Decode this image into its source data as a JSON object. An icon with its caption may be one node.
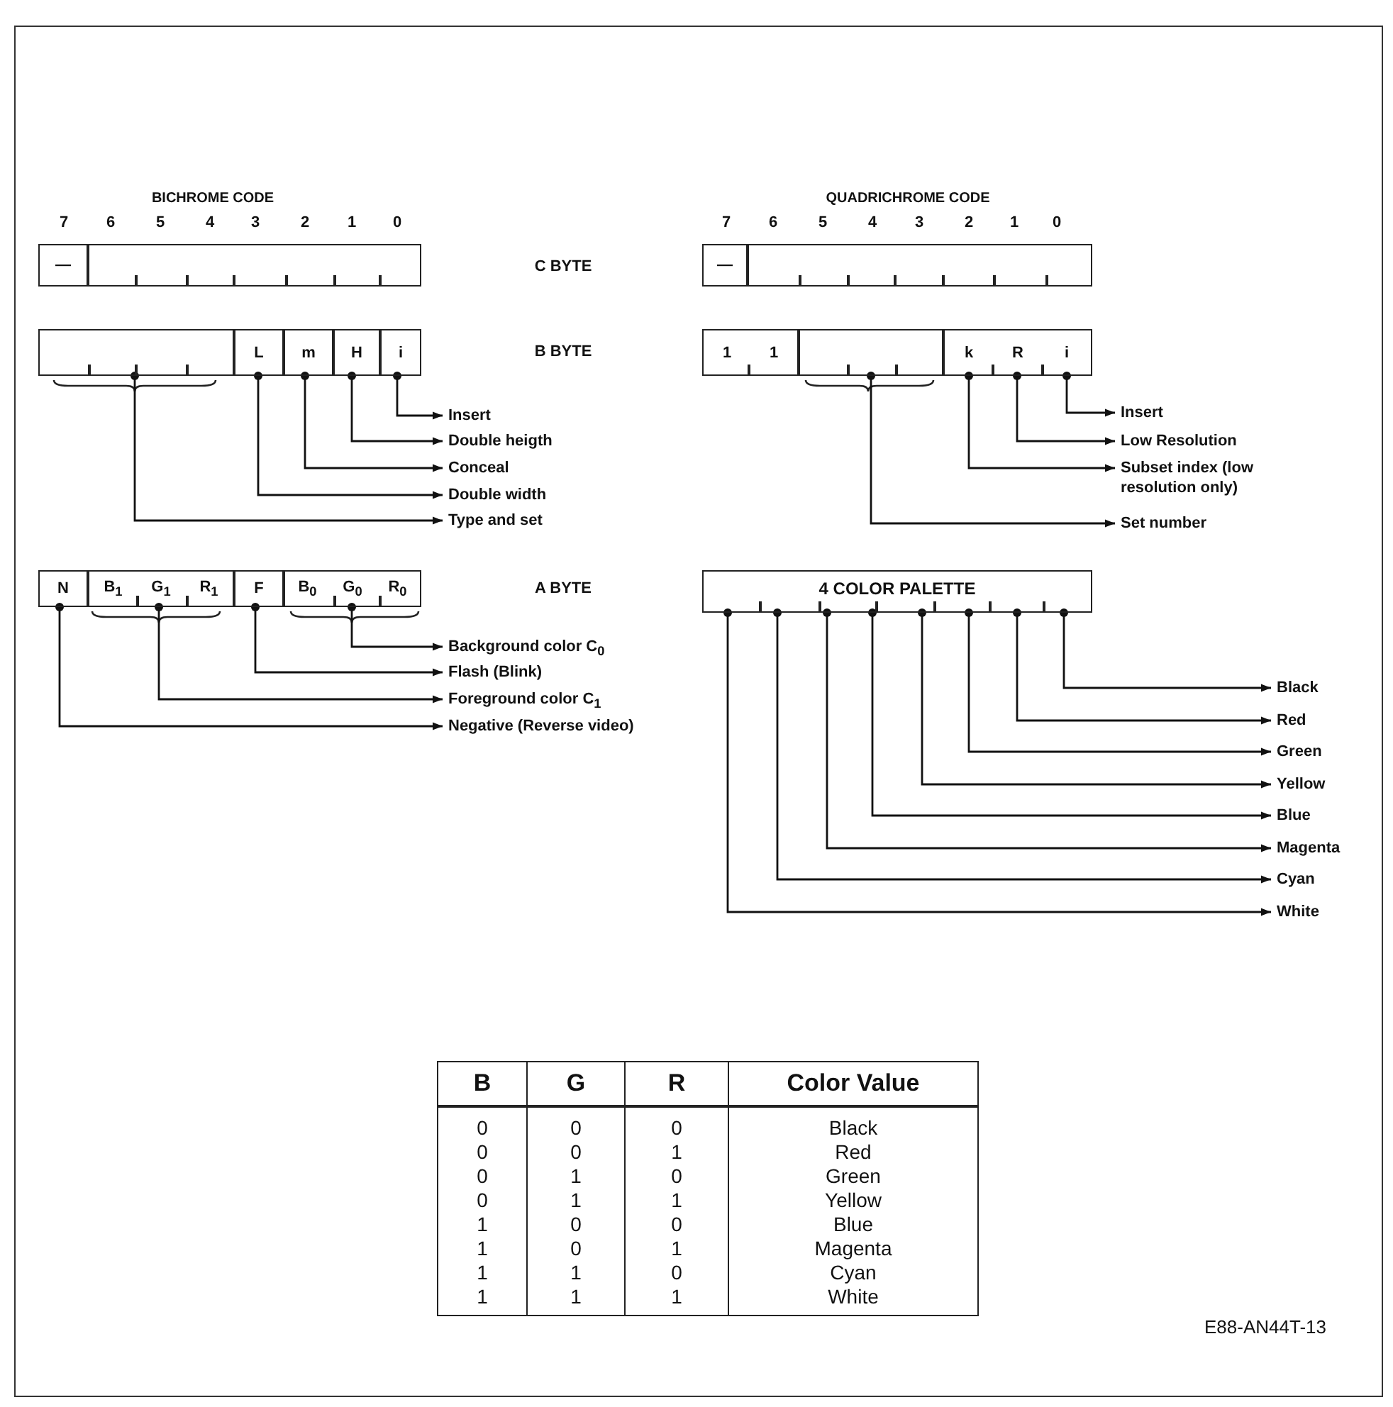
{
  "diagram": {
    "nodes": [
      {
        "text": [
          "—"
        ]
      },
      {
        "text": [],
        "shape": "box"
      },
      {
        "text": [],
        "shape": "box"
      },
      {
        "text": [
          "L"
        ]
      },
      {
        "text": [
          "m"
        ]
      },
      {
        "text": [
          "H"
        ]
      },
      {
        "text": [
          "i"
        ]
      },
      {
        "text": [
          "N"
        ]
      },
      {
        "text": [
          "B$_{1}$",
          "G$_{1}$",
          "R$_{1}$"
        ]
      },
      {
        "text": [
          "F"
        ]
      },
      {
        "text": [
          "B$_{0}$",
          "G$_{0}$",
          "R$_{0}$"
        ]
      },
      {
        "text": [
          "Insert"
        ]
      },
      {
        "text": [
          "Double heigth"
        ]
      },
      {
        "text": [
          "Conceal"
        ]
      },
      {
        "text": [
          "Double width"
        ]
      },
      {
        "text": [
          "Type and set"
        ]
      },
      {
        "text": [
          "Background color C$_{0}$"
        ]
      },
      {
        "text": [
          "Flash (Blink)"
        ]
      },
      {
        "text": [
          "Foreground color C$_{1}$"
        ]
      },
      {
        "text": [
          "Negative (Reverse video)"
        ]
      },
      {
        "text": [
          "—"
        ]
      },
      {
        "text": [],
        "shape": "box"
      },
      {
        "text": [
          "1",
          "1"
        ]
      },
      {
        "text": [],
        "shape": "box"
      },
      {
        "text": [
          "k"
        ]
      },
      {
        "text": [
          "R"
        ]
      },
      {
        "text": [
          "i"
        ]
      },
      {
        "text": [
          "4 COLOR PALETTE"
        ]
      },
      {
        "text": [
          "Insert"
        ]
      },
      {
        "text": [
          "Low Resolution"
        ]
      },
      {
        "text": [
          "Subset index (low resolution only)"
        ]
      },
      {
        "text": [
          "Set number"
        ]
      },
      {
        "text": [
          "Black"
        ]
      },
      {
        "text": [
          "Red"
        ]
      },
      {
        "text": [
          "Green"
        ]
      },
      {
        "text": [
          "Yellow"
        ]
      },
      {
        "text": [
          "Blue"
        ]
      },
      {
        "text": [
          "Magenta"
        ]
      },
      {
        "text": [
          "Cyan"
        ]
      },
      {
        "text": [
          "White"
        ]
      }
    ],
    "edges": [
      {
        "from": 6,
        "to": 11,
        "arrow": "to"
      },
      {
        "from": 5,
        "to": 12,
        "arrow": "to"
      },
      {
        "from": 4,
        "to": 13,
        "arrow": "to"
      },
      {
        "from": 3,
        "to": 14,
        "arrow": "to"
      },
      {
        "from": 2,
        "to": 15,
        "arrow": "to"
      },
      {
        "from": 10,
        "to": 16,
        "arrow": "to"
      },
      {
        "from": 9,
        "to": 17,
        "arrow": "to"
      },
      {
        "from": 8,
        "to": 18,
        "arrow": "to"
      },
      {
        "from": 7,
        "to": 19,
        "arrow": "to"
      },
      {
        "from": 26,
        "to": 28,
        "arrow": "to"
      },
      {
        "from": 25,
        "to": 29,
        "arrow": "to"
      },
      {
        "from": 24,
        "to": 30,
        "arrow": "to"
      },
      {
        "from": 23,
        "to": 31,
        "arrow": "to"
      },
      {
        "from": 27,
        "to": 32,
        "arrow": "to"
      },
      {
        "from": 27,
        "to": 33,
        "arrow": "to"
      },
      {
        "from": 27,
        "to": 34,
        "arrow": "to"
      },
      {
        "from": 27,
        "to": 35,
        "arrow": "to"
      },
      {
        "from": 27,
        "to": 36,
        "arrow": "to"
      },
      {
        "from": 27,
        "to": 37,
        "arrow": "to"
      },
      {
        "from": 27,
        "to": 38,
        "arrow": "to"
      },
      {
        "from": 27,
        "to": 39,
        "arrow": "to"
      }
    ],
    "labels": [
      "BICHROME CODE",
      "7",
      "6",
      "5",
      "4",
      "3",
      "2",
      "1",
      "0",
      "C BYTE",
      "B BYTE",
      "A BYTE",
      "QUADRICHROME CODE",
      "7",
      "6",
      "5",
      "4",
      "3",
      "2",
      "1",
      "0",
      "B",
      "G",
      "R",
      "Color Value",
      "0",
      "0",
      "0",
      "Black",
      "0",
      "0",
      "1",
      "Red",
      "0",
      "1",
      "0",
      "Green",
      "0",
      "1",
      "1",
      "Yellow",
      "1",
      "0",
      "0",
      "Blue",
      "1",
      "0",
      "1",
      "Magenta",
      "1",
      "1",
      "0",
      "Cyan",
      "1",
      "1",
      "1",
      "White",
      "E88-AN44T-13"
    ]
  }
}
